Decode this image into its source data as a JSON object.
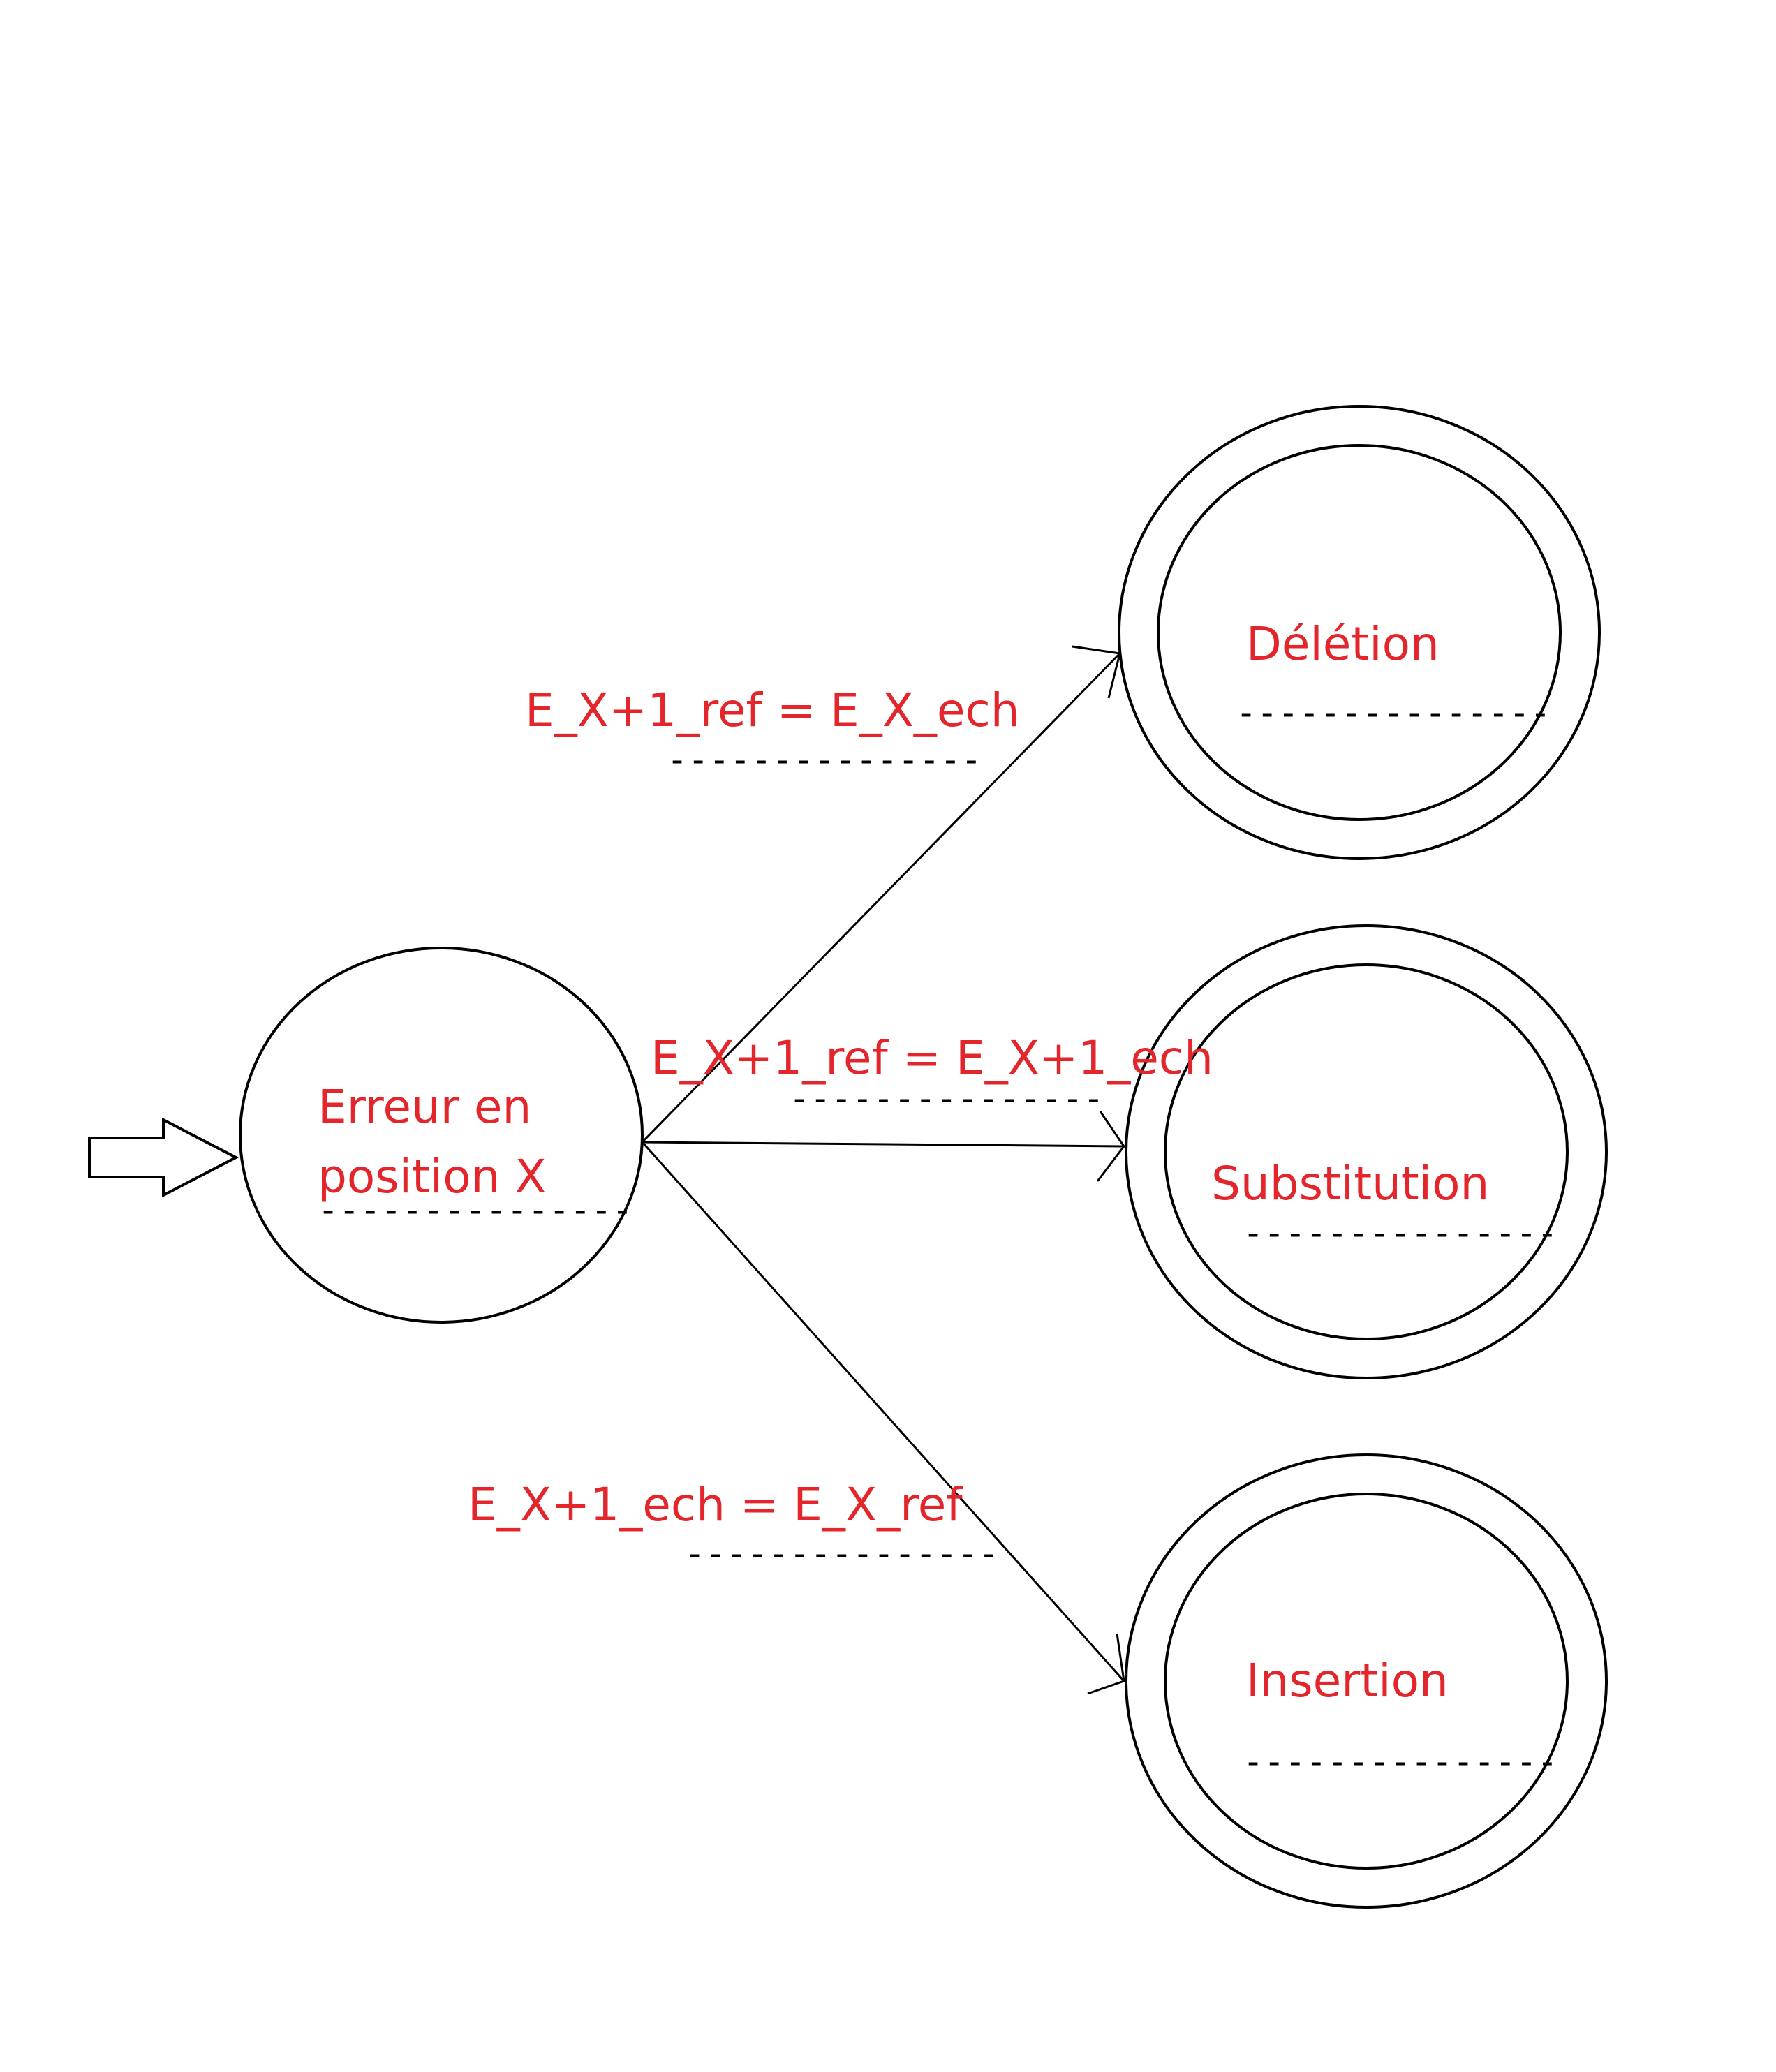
{
  "colors": {
    "label": "#e3262b",
    "stroke": "#000000",
    "background": "#ffffff"
  },
  "states": {
    "initial": {
      "line1": "Erreur en",
      "line2": "position X",
      "dashes": "---------------"
    },
    "deletion": {
      "label": "Délétion",
      "dashes": "---------------"
    },
    "substitution": {
      "label": "Substitution",
      "dashes": "---------------"
    },
    "insertion": {
      "label": "Insertion",
      "dashes": "---------------"
    }
  },
  "transitions": {
    "to_deletion": {
      "condition": "E_X+1_ref = E_X_ech",
      "dashes": "---------------"
    },
    "to_substitution": {
      "condition": "E_X+1_ref = E_X+1_ech",
      "dashes": "---------------"
    },
    "to_insertion": {
      "condition": "E_X+1_ech = E_X_ref",
      "dashes": "---------------"
    }
  }
}
